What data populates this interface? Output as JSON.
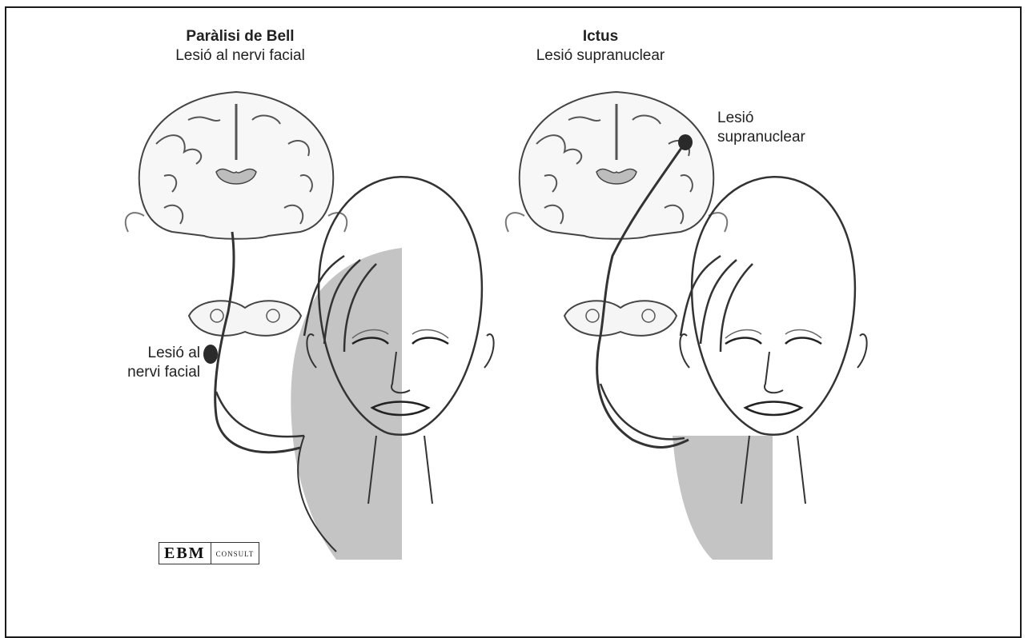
{
  "panels": [
    {
      "title": "Paràlisi de Bell",
      "subtitle": "Lesió al nervi facial",
      "lesion_label_line1": "Lesió al",
      "lesion_label_line2": "nervi facial"
    },
    {
      "title": "Ictus",
      "subtitle": "Lesió supranuclear",
      "lesion_label_line1": "Lesió",
      "lesion_label_line2": "supranuclear"
    }
  ],
  "logo": {
    "primary": "EBM",
    "secondary": "consult"
  },
  "colors": {
    "shade": "#c4c4c4",
    "line": "#333333",
    "lesion": "#2a2a2a",
    "border": "#1a1a1a"
  }
}
